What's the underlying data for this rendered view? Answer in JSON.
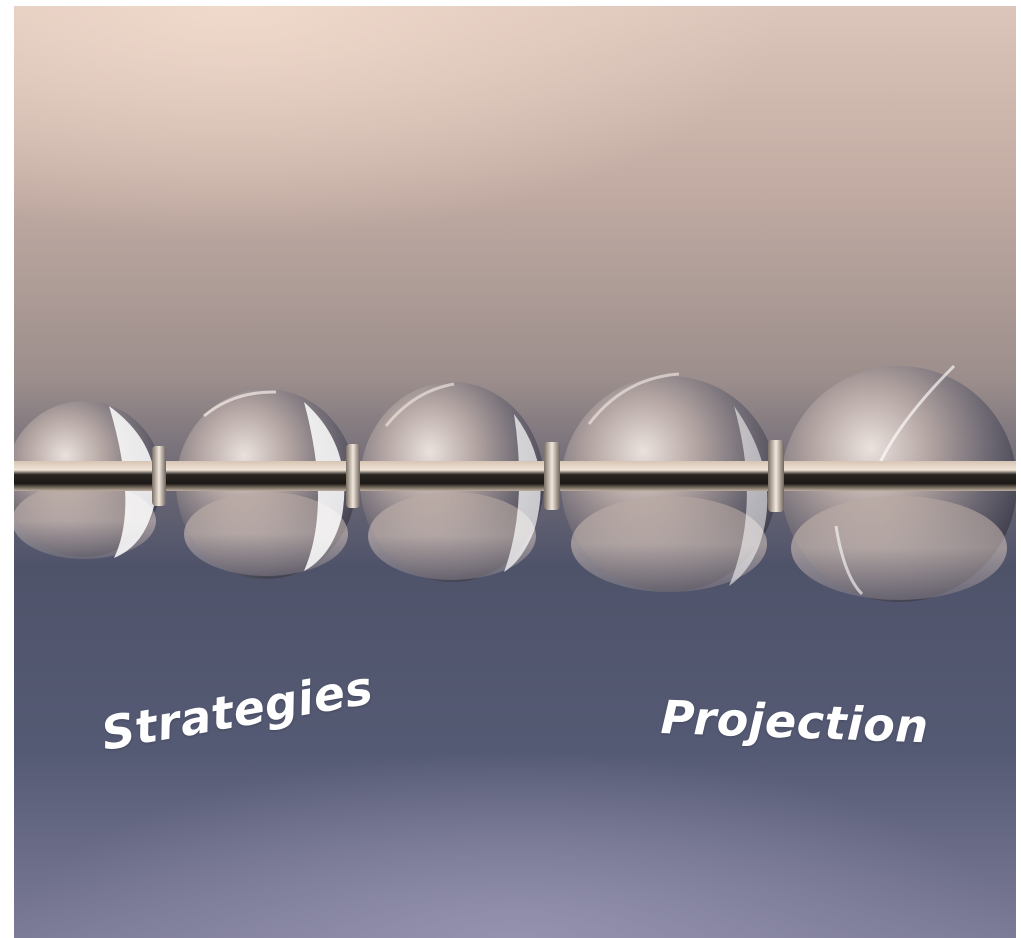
{
  "image": {
    "subject": "crystal-beads-on-rod",
    "colors": {
      "top_background": "#e7cdbf",
      "upper_background": "#a89894",
      "lower_background": "#4d526a",
      "bottom_glow": "#8e8ca8",
      "text": "#ffffff"
    }
  },
  "captions": {
    "left": "Strategies",
    "right": "Projection"
  }
}
